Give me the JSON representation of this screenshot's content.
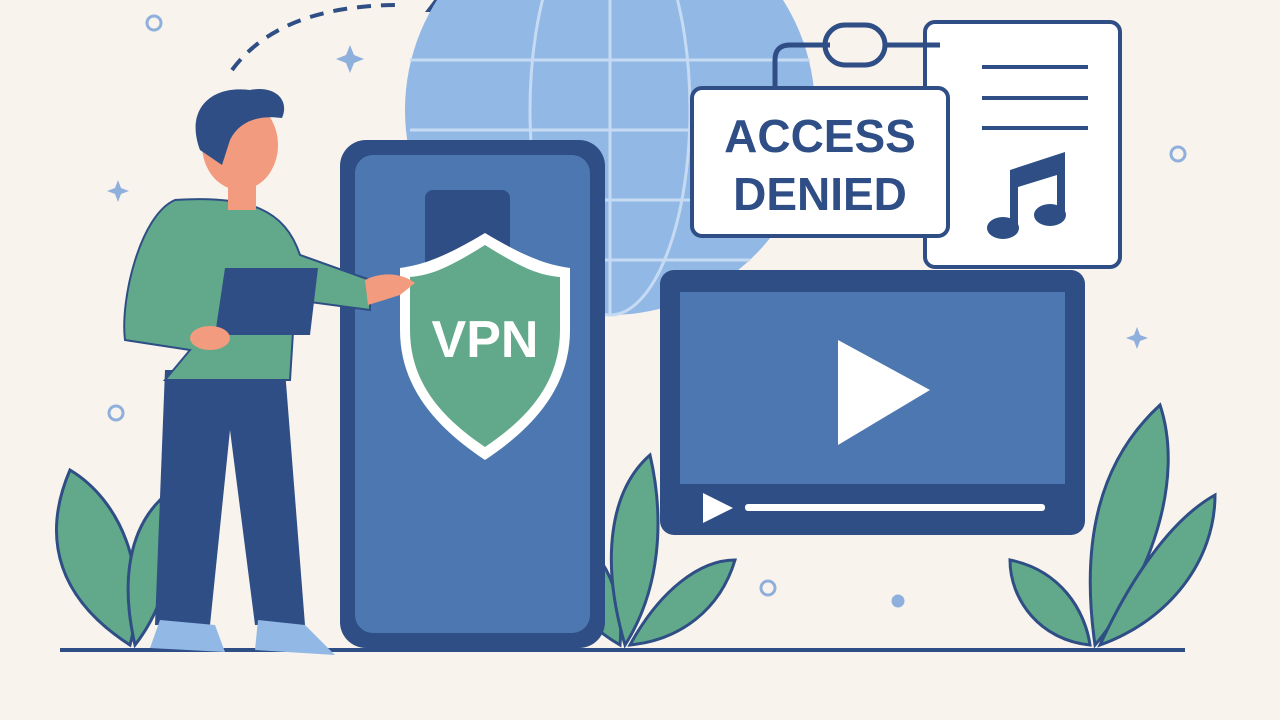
{
  "illustration": {
    "sign_line1": "ACCESS",
    "sign_line2": "DENIED",
    "shield_text": "VPN"
  },
  "colors": {
    "background": "#f8f3ec",
    "navy": "#2e4e85",
    "phone_blue": "#4d77b0",
    "globe_blue": "#92b8e6",
    "green": "#62a98b",
    "skin": "#f29b7e"
  }
}
